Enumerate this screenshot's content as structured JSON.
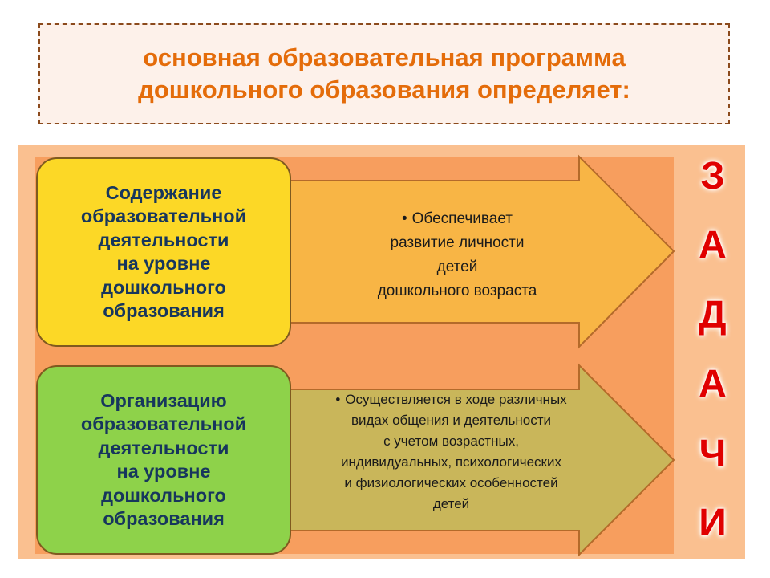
{
  "title": {
    "line1": "основная образовательная программа",
    "line2": "дошкольного образования определяет:"
  },
  "boxes": [
    {
      "lines": [
        "Содержание",
        "образовательной",
        "деятельности",
        "на уровне",
        "дошкольного",
        "образования"
      ],
      "color": "#fcd826"
    },
    {
      "lines": [
        "Организацию",
        "образовательной",
        "деятельности",
        "на уровне",
        "дошкольного",
        "образования"
      ],
      "color": "#8ed24a"
    }
  ],
  "arrows": [
    {
      "bullet": "•",
      "lines": [
        "Обеспечивает",
        "развитие личности",
        "детей",
        "дошкольного возраста"
      ],
      "color": "#f8b545"
    },
    {
      "bullet": "•",
      "lines": [
        "Осуществляется в ходе различных",
        "видах общения и деятельности",
        "с учетом возрастных,",
        "индивидуальных, психологических",
        "и физиологических особенностей",
        "детей"
      ],
      "color": "#c9b65a"
    }
  ],
  "zadachi": [
    "З",
    "А",
    "Д",
    "А",
    "Ч",
    "И"
  ],
  "colors": {
    "title_text": "#e46c0a",
    "box_text": "#17365d",
    "zadachi_text": "#e00000",
    "panel": "#fac090"
  }
}
